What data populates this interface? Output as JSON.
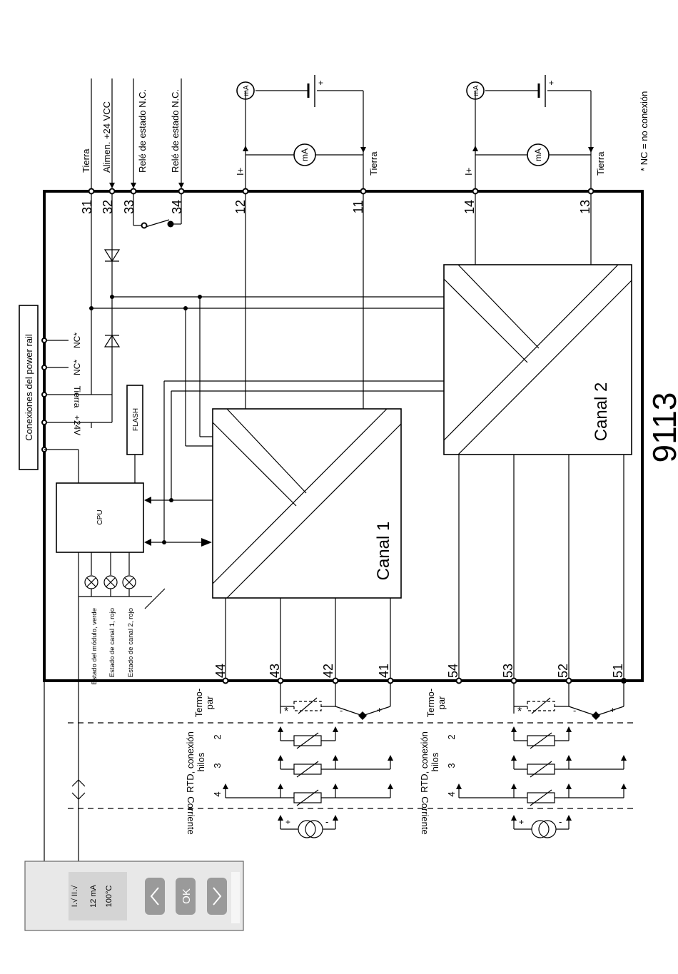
{
  "model": "9113",
  "nc_note": "* NC = no conexión",
  "power_rail": {
    "title": "Conexiones del power rail",
    "pins": [
      "NC*",
      "NC*",
      "Tierra",
      "+24V"
    ]
  },
  "top_terminals": [
    {
      "number": "31",
      "label": "Tierra"
    },
    {
      "number": "32",
      "label": "Alimen. +24 VCC"
    },
    {
      "number": "33",
      "label": "Relé de estado N.C."
    },
    {
      "number": "34",
      "label": "Relé de estado N.C."
    },
    {
      "number": "12",
      "label": "I+"
    },
    {
      "number": "11",
      "label": "Tierra"
    },
    {
      "number": "14",
      "label": "I+"
    },
    {
      "number": "13",
      "label": "Tierra"
    }
  ],
  "meter_label": "mA",
  "battery_plus": "+",
  "blocks": {
    "cpu": "CPU",
    "flash": "FLASH",
    "channel1": "Canal 1",
    "channel2": "Canal 2"
  },
  "leds": [
    "Estado del módulo, verde",
    "Estado de canal 1, rojo",
    "Estado de canal 2, rojo"
  ],
  "bottom_terminals_ch1": [
    "44",
    "43",
    "42",
    "41"
  ],
  "bottom_terminals_ch2": [
    "54",
    "53",
    "52",
    "51"
  ],
  "input_types": {
    "thermocouple": "Termo-par",
    "rtd": "RTD, conexión hilos",
    "wires": [
      "2",
      "3",
      "4"
    ],
    "current": "Corriente",
    "plus": "+",
    "minus": "-",
    "asterisk": "*"
  },
  "display": {
    "line1": "I.√ II.√",
    "line2": "12 mA",
    "line3": "100°C",
    "ok_label": "OK"
  }
}
